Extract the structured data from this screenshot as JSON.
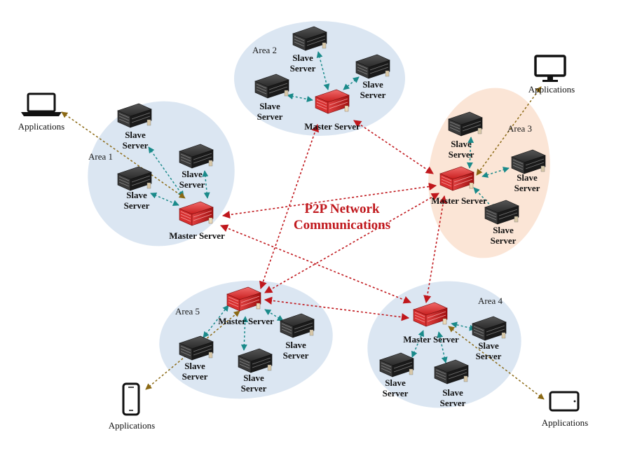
{
  "labels": {
    "slave": [
      "Slave",
      "Server"
    ],
    "master": "Master Server",
    "applications": "Applications",
    "p2p": [
      "P2P Network",
      "Communications"
    ]
  },
  "areas": [
    {
      "id": "area-1",
      "label": "Area 1"
    },
    {
      "id": "area-2",
      "label": "Area 2"
    },
    {
      "id": "area-3",
      "label": "Area 3"
    },
    {
      "id": "area-4",
      "label": "Area 4"
    },
    {
      "id": "area-5",
      "label": "Area 5"
    }
  ],
  "devices": [
    {
      "id": "laptop",
      "icon": "laptop-icon"
    },
    {
      "id": "desktop-monitor",
      "icon": "monitor-icon"
    },
    {
      "id": "smartphone",
      "icon": "smartphone-icon"
    },
    {
      "id": "tablet",
      "icon": "tablet-icon"
    }
  ],
  "colors": {
    "area_fill_blue": "#dbe6f2",
    "area_fill_orange": "#fbe5d6",
    "p2p_link": "#c0171c",
    "slave_link": "#1a8a8a",
    "app_link": "#8b6914",
    "master_server": "#d42a2a",
    "slave_server": "#222222"
  }
}
